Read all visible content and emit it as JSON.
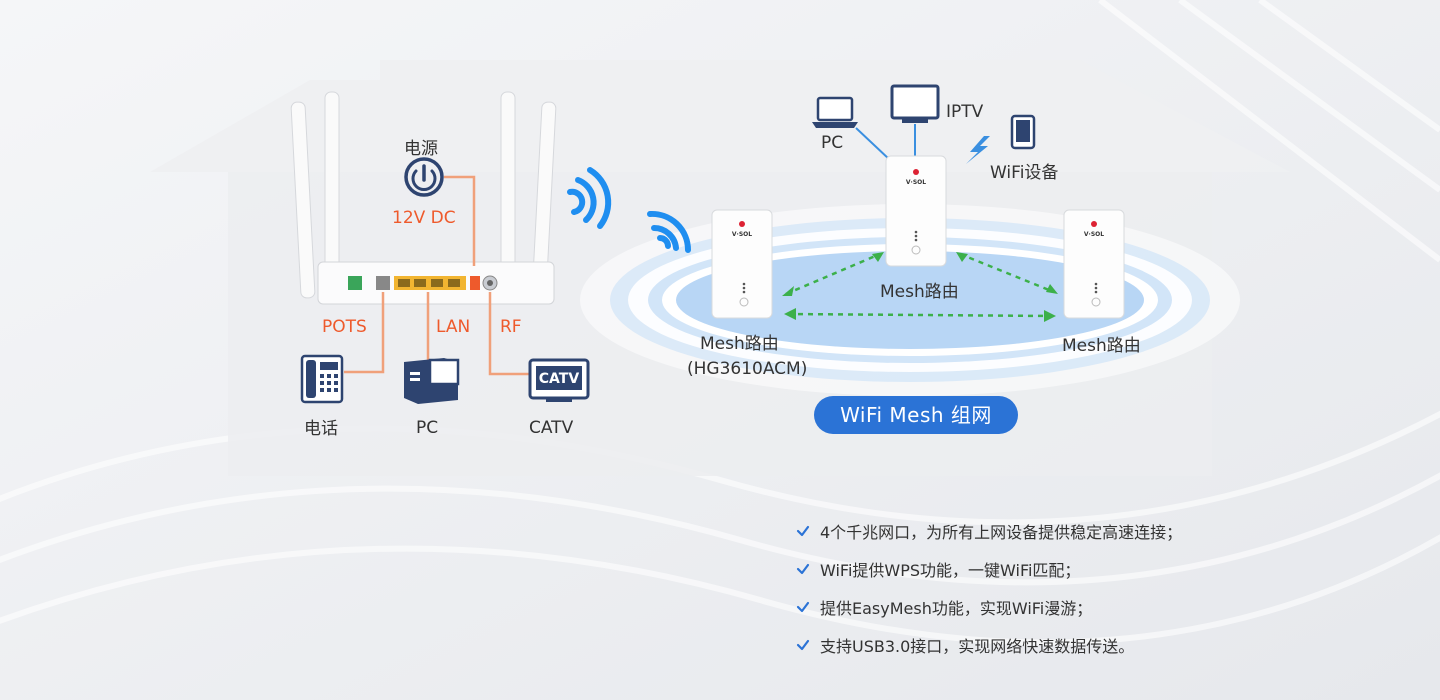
{
  "router": {
    "power_label": "电源",
    "dc_label": "12V DC",
    "ports": {
      "pots": "POTS",
      "lan": "LAN",
      "rf": "RF"
    }
  },
  "devices": {
    "phone": "电话",
    "pc": "PC",
    "catv_screen": "CATV",
    "catv": "CATV"
  },
  "mesh": {
    "clients": {
      "pc": "PC",
      "iptv": "IPTV",
      "wifi": "WiFi设备"
    },
    "main_label": "Mesh路由",
    "left_label": "Mesh路由",
    "left_model": "(HG3610ACM)",
    "right_label": "Mesh路由",
    "brand": "V·SOL",
    "badge": "WiFi Mesh 组网"
  },
  "features": [
    "4个千兆网口，为所有上网设备提供稳定高速连接；",
    "WiFi提供WPS功能，一键WiFi匹配；",
    "提供EasyMesh功能，实现WiFi漫游；",
    "支持USB3.0接口，实现网络快速数据传送。"
  ],
  "colors": {
    "accent": "#2b73d6",
    "orange": "#ee5a2c",
    "wire": "#f0a07a",
    "dashed": "#3cb04a",
    "navy": "#2e4470"
  }
}
